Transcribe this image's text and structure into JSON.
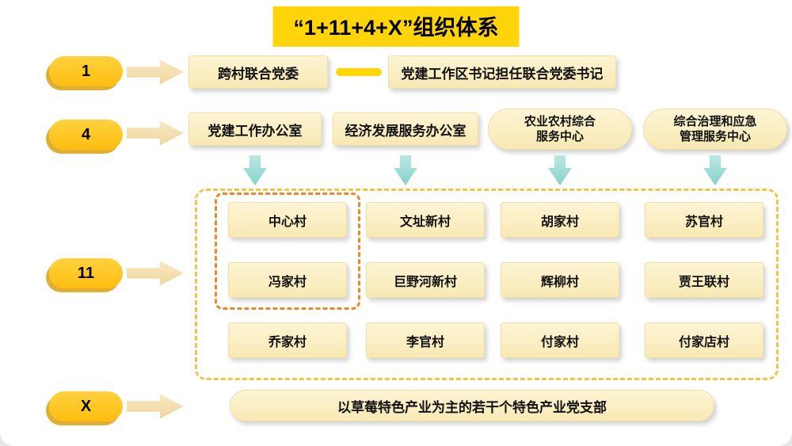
{
  "title": "“1+11+4+X”组织体系",
  "row1": {
    "badge": "1",
    "left_box": "跨村联合党委",
    "right_box": "党建工作区书记担任联合党委书记"
  },
  "row2": {
    "badge": "4",
    "offices": [
      {
        "label": "党建工作办公室"
      },
      {
        "label": "经济发展服务办公室"
      },
      {
        "label": "农业农村综合\n服务中心"
      },
      {
        "label": "综合治理和应急\n管理服务中心"
      }
    ]
  },
  "row3": {
    "badge": "11",
    "villages": [
      [
        "中心村",
        "冯家村",
        "乔家村"
      ],
      [
        "文址新村",
        "巨野河新村",
        "李官村"
      ],
      [
        "胡家村",
        "辉柳村",
        "付家村"
      ],
      [
        "苏官村",
        "贾王联村",
        "付家店村"
      ]
    ]
  },
  "row4": {
    "badge": "X",
    "pill": "以草莓特色产业为主的若干个特色产业党支部"
  },
  "colors": {
    "gold": "#FFBD0F",
    "gold_bright": "#FFD50A",
    "cream_box": "#F8E9B4",
    "teal_arrow": "#84D2CB",
    "dashed_outer": "#F5C445",
    "dashed_inner": "#E8892B"
  }
}
